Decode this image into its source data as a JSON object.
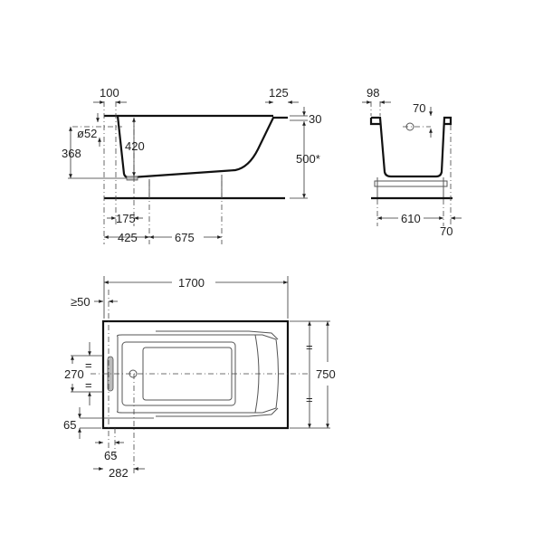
{
  "side_view": {
    "top_left": "100",
    "top_right": "125",
    "rim": "30",
    "height_total": "500*",
    "depth": "420",
    "overflow_height": "368",
    "overflow_diameter": "ø52",
    "drain_offset": "175",
    "leg_offset": "425",
    "leg_spacing": "675"
  },
  "end_view": {
    "rim_width": "98",
    "overflow_drop": "70",
    "leg_spacing": "610",
    "side_offset": "70"
  },
  "plan_view": {
    "length": "1700",
    "wall_clearance": "≥50",
    "handle_span": "270",
    "width": "750",
    "rim_bottom": "65",
    "rim_left": "65",
    "drain_offset": "282",
    "equal_mark": "="
  }
}
